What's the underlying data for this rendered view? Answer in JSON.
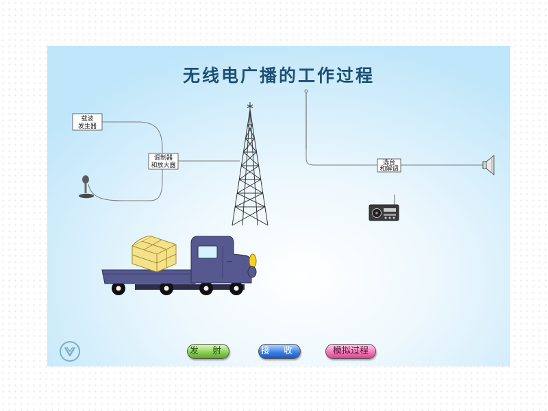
{
  "title": "无线电广播的工作过程",
  "boxes": {
    "carrier_line1": "载波",
    "carrier_line2": "发生器",
    "modulator_line1": "调制器",
    "modulator_line2": "和放大器",
    "tuner_line1": "选台",
    "tuner_line2": "和解调"
  },
  "buttons": {
    "send": "发 射",
    "receive": "接 收",
    "simulate": "模拟过程"
  },
  "colors": {
    "title": "#1d4f73",
    "background_edge": "#bfe6fa",
    "truck_body": "#55598f",
    "cargo": "#f3e28a",
    "send_button": "#8fd15a",
    "receive_button": "#3c83e6",
    "simulate_button": "#f37ab8"
  }
}
